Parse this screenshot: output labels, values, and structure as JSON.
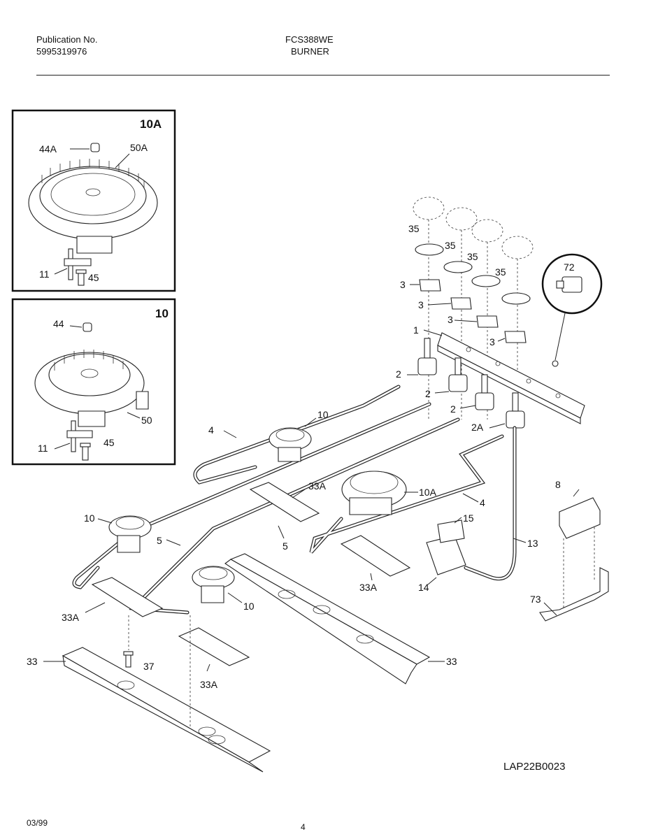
{
  "header": {
    "publication_label": "Publication No.",
    "publication_number": "5995319976",
    "model": "FCS388WE",
    "section": "BURNER"
  },
  "footer": {
    "date": "03/99",
    "page": "4",
    "drawing_code": "LAP22B0023"
  },
  "insets": [
    {
      "title": "10A",
      "labels": [
        "44A",
        "50A",
        "11",
        "45"
      ]
    },
    {
      "title": "10",
      "labels": [
        "44",
        "50",
        "11",
        "45"
      ]
    }
  ],
  "callouts": {
    "c72": "72",
    "c35a": "35",
    "c35b": "35",
    "c35c": "35",
    "c35d": "35",
    "c3a": "3",
    "c3b": "3",
    "c3c": "3",
    "c3d": "3",
    "c1": "1",
    "c2a": "2",
    "c2b": "2",
    "c2c": "2",
    "c2A": "2A",
    "c4a": "4",
    "c4b": "4",
    "c10a": "10",
    "c10b": "10",
    "c10c": "10",
    "c10A": "10A",
    "c33Aa": "33A",
    "c33Ab": "33A",
    "c33Ac": "33A",
    "c33Ad": "33A",
    "c5a": "5",
    "c5b": "5",
    "c15": "15",
    "c14": "14",
    "c13": "13",
    "c8": "8",
    "c73": "73",
    "c33a": "33",
    "c33b": "33",
    "c37": "37"
  }
}
